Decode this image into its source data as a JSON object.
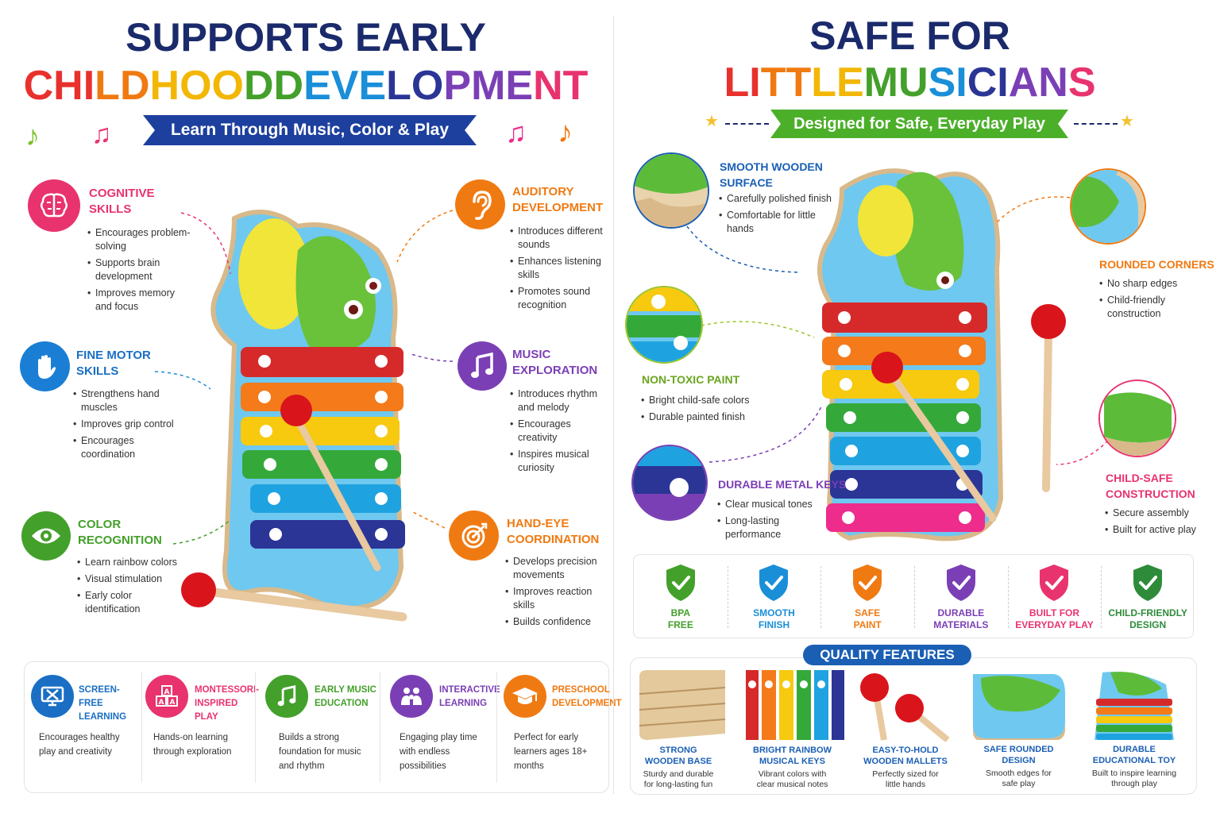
{
  "left": {
    "title_line1": "SUPPORTS EARLY",
    "title_line2": "CHILDHOOD DEVELOPMENT",
    "ribbon": "Learn Through Music, Color & Play",
    "features": {
      "cognitive": {
        "title": "COGNITIVE SKILLS",
        "bullets": [
          "Encourages problem-solving",
          "Supports brain development",
          "Improves memory and focus"
        ]
      },
      "fine_motor": {
        "title": "FINE MOTOR SKILLS",
        "bullets": [
          "Strengthens hand muscles",
          "Improves grip control",
          "Encourages coordination"
        ]
      },
      "color": {
        "title": "COLOR RECOGNITION",
        "bullets": [
          "Learn rainbow colors",
          "Visual stimulation",
          "Early color identification"
        ]
      },
      "auditory": {
        "title": "AUDITORY DEVELOPMENT",
        "bullets": [
          "Introduces different sounds",
          "Enhances listening skills",
          "Promotes sound recognition"
        ]
      },
      "music": {
        "title": "MUSIC EXPLORATION",
        "bullets": [
          "Introduces rhythm and melody",
          "Encourages creativity",
          "Inspires musical curiosity"
        ]
      },
      "hand_eye": {
        "title": "HAND-EYE COORDINATION",
        "bullets": [
          "Develops precision movements",
          "Improves reaction skills",
          "Builds confidence"
        ]
      }
    },
    "bottom": [
      {
        "title": "SCREEN-FREE LEARNING",
        "desc": "Encourages healthy play and creativity",
        "color": "#1a6fc4"
      },
      {
        "title": "MONTESSORI-INSPIRED PLAY",
        "desc": "Hands-on learning through exploration",
        "color": "#e8336e"
      },
      {
        "title": "EARLY MUSIC EDUCATION",
        "desc": "Builds a strong foundation for music and rhythm",
        "color": "#43a02a"
      },
      {
        "title": "INTERACTIVE LEARNING",
        "desc": "Engaging play time with endless possibilities",
        "color": "#7b3fb5"
      },
      {
        "title": "PRESCHOOL DEVELOPMENT",
        "desc": "Perfect for early learners ages 18+ months",
        "color": "#f07a12"
      }
    ]
  },
  "right": {
    "title_line1": "SAFE FOR",
    "title_line2": "LITTLE MUSICIANS",
    "ribbon": "Designed for Safe, Everyday Play",
    "features": {
      "smooth": {
        "title": "SMOOTH WOODEN SURFACE",
        "bullets": [
          "Carefully polished finish",
          "Comfortable for little hands"
        ]
      },
      "paint": {
        "title": "NON-TOXIC PAINT",
        "bullets": [
          "Bright child-safe colors",
          "Durable painted finish"
        ]
      },
      "keys": {
        "title": "DURABLE METAL KEYS",
        "bullets": [
          "Clear musical tones",
          "Long-lasting performance"
        ]
      },
      "corners": {
        "title": "ROUNDED CORNERS",
        "bullets": [
          "No sharp edges",
          "Child-friendly construction"
        ]
      },
      "construction": {
        "title": "CHILD-SAFE CONSTRUCTION",
        "bullets": [
          "Secure assembly",
          "Built for active play"
        ]
      }
    },
    "badges": [
      {
        "line1": "BPA",
        "line2": "FREE",
        "color": "#43a02a"
      },
      {
        "line1": "SMOOTH",
        "line2": "FINISH",
        "color": "#1a8fd8"
      },
      {
        "line1": "SAFE",
        "line2": "PAINT",
        "color": "#f07a12"
      },
      {
        "line1": "DURABLE",
        "line2": "MATERIALS",
        "color": "#7b3fb5"
      },
      {
        "line1": "BUILT FOR",
        "line2": "EVERYDAY PLAY",
        "color": "#e8336e"
      },
      {
        "line1": "CHILD-FRIENDLY",
        "line2": "DESIGN",
        "color": "#2e8b3a"
      }
    ],
    "quality_label": "QUALITY FEATURES",
    "quality": [
      {
        "title1": "STRONG",
        "title2": "WOODEN BASE",
        "desc1": "Sturdy and durable",
        "desc2": "for long-lasting fun"
      },
      {
        "title1": "BRIGHT RAINBOW",
        "title2": "MUSICAL KEYS",
        "desc1": "Vibrant colors with",
        "desc2": "clear musical notes"
      },
      {
        "title1": "EASY-TO-HOLD",
        "title2": "WOODEN MALLETS",
        "desc1": "Perfectly sized for",
        "desc2": "little hands"
      },
      {
        "title1": "SAFE ROUNDED",
        "title2": "DESIGN",
        "desc1": "Smooth edges for",
        "desc2": "safe play"
      },
      {
        "title1": "DURABLE",
        "title2": "EDUCATIONAL TOY",
        "desc1": "Built to inspire learning",
        "desc2": "through play"
      }
    ]
  },
  "colors": {
    "navy": "#1b2a6b",
    "ribbon_blue": "#1d3f9e",
    "ribbon_green": "#4caf2a",
    "pink": "#e8336e",
    "blue": "#1a8fd8",
    "green": "#43a02a",
    "orange": "#f07a12",
    "purple": "#7b3fb5",
    "red": "#e8312d",
    "key_colors": [
      "#d62a2a",
      "#f47a1a",
      "#f7c90f",
      "#34a93a",
      "#1fa3e0",
      "#2b3596",
      "#ee2c8c"
    ]
  }
}
